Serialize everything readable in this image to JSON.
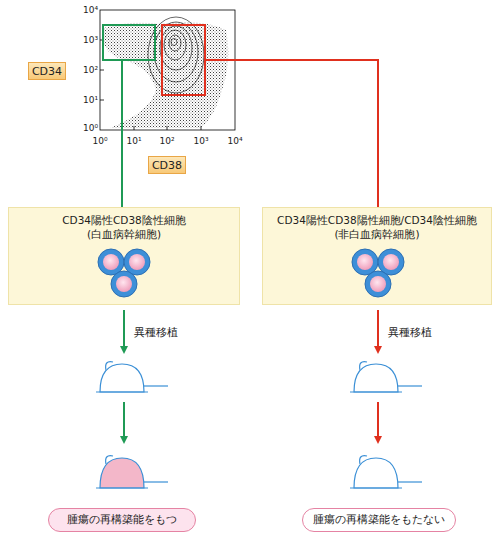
{
  "diagram": {
    "nodes": [
      {
        "text": [
          "CD34"
        ]
      },
      {
        "text": [
          "CD38"
        ]
      },
      {
        "text": [
          "CD34陽性CD38陰性細胞",
          "(白血病幹細胞)"
        ]
      },
      {
        "text": [
          "CD34陽性CD38陽性細胞/CD34陰性細胞",
          "(非白血病幹細胞)"
        ]
      },
      {
        "text": [
          "腫瘍の再構築能をもつ"
        ]
      },
      {
        "text": [
          "腫瘍の再構築能をもたない"
        ]
      }
    ],
    "labels": [
      "10⁴",
      "10³",
      "10²",
      "10¹",
      "10⁰",
      "10⁰",
      "10¹",
      "10²",
      "10³",
      "10⁴",
      "異種移植",
      "異種移植"
    ]
  }
}
